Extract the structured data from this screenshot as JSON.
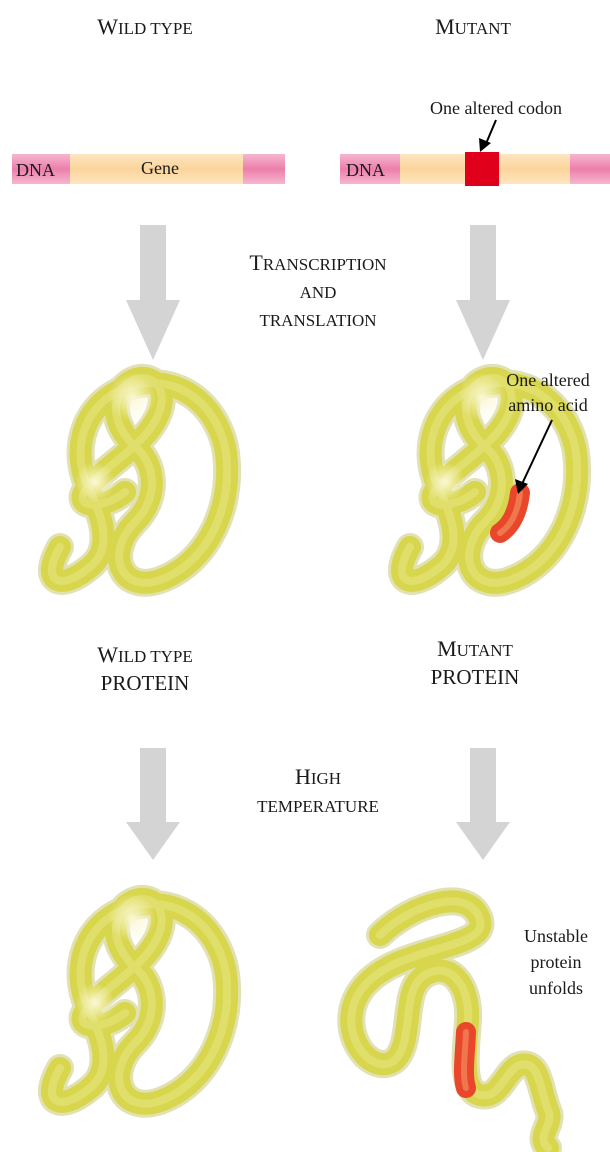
{
  "headers": {
    "wild_type_cap": "W",
    "wild_type_rest": "ILD TYPE",
    "mutant_cap": "M",
    "mutant_rest": "UTANT"
  },
  "dna": {
    "left_label": "DNA",
    "gene_label": "Gene",
    "right_label": "DNA",
    "codon_callout": "One altered codon"
  },
  "step1": {
    "line1_cap": "T",
    "line1_rest": "RANSCRIPTION",
    "line2": "AND",
    "line3": "TRANSLATION"
  },
  "amino_callout": {
    "line1": "One altered",
    "line2": "amino acid"
  },
  "protein_labels": {
    "wild_line1_cap": "W",
    "wild_line1_rest": "ILD TYPE",
    "wild_line2": "PROTEIN",
    "mutant_line1_cap": "M",
    "mutant_line1_rest": "UTANT",
    "mutant_line2": "PROTEIN"
  },
  "step2": {
    "line1_cap": "H",
    "line1_rest": "IGH",
    "line2": "TEMPERATURE"
  },
  "unfold_callout": {
    "line1": "Unstable",
    "line2": "protein",
    "line3": "unfolds"
  },
  "colors": {
    "protein": "#d6d544",
    "protein_glow": "#f3f0b8",
    "mutation": "#e8472c",
    "codon": "#e0001b",
    "arrow": "#d4d4d4",
    "dna_gene": "#fbd9a6",
    "dna_end": "#f08fb6"
  }
}
